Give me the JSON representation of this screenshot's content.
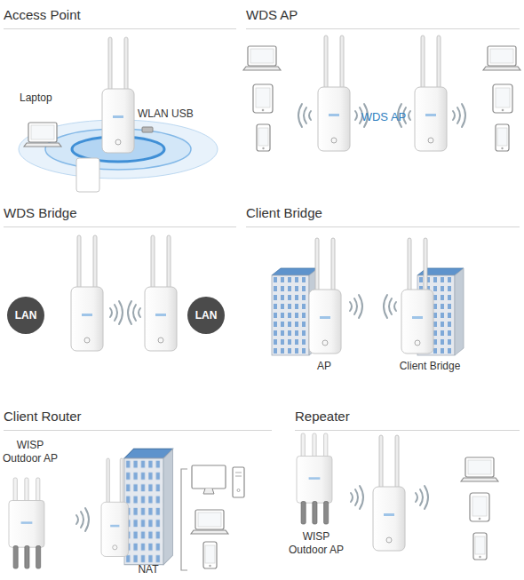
{
  "diagram": {
    "nodes": [
      {
        "text": [
          "Access Point"
        ]
      },
      {
        "text": [
          "WDS AP"
        ]
      },
      {
        "text": [
          "WDS Bridge"
        ]
      },
      {
        "text": [
          "Client Bridge"
        ]
      },
      {
        "text": [
          "Client Router"
        ]
      },
      {
        "text": [
          "Repeater"
        ]
      },
      {
        "text": [
          "LAN"
        ],
        "in": 2
      },
      {
        "text": [
          "LAN"
        ],
        "in": 2
      }
    ],
    "labels": [
      "Laptop",
      "WLAN USB",
      "WDS AP",
      "AP",
      "Client Bridge",
      "WISP Outdoor AP",
      "NAT",
      "WISP Outdoor AP"
    ]
  }
}
